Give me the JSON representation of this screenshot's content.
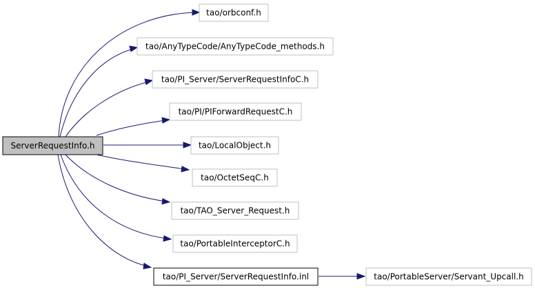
{
  "graph": {
    "root": {
      "label": "ServerRequestInfo.h",
      "fill": "#bfbfbf",
      "border": "#000000"
    },
    "nodes": [
      {
        "id": "orbconf",
        "label": "tao/orbconf.h"
      },
      {
        "id": "anytypecode",
        "label": "tao/AnyTypeCode/AnyTypeCode_methods.h"
      },
      {
        "id": "serverrequestinfoc",
        "label": "tao/PI_Server/ServerRequestInfoC.h"
      },
      {
        "id": "piforwardrequestc",
        "label": "tao/PI/PIForwardRequestC.h"
      },
      {
        "id": "localobject",
        "label": "tao/LocalObject.h"
      },
      {
        "id": "octetseqc",
        "label": "tao/OctetSeqC.h"
      },
      {
        "id": "tao-server-request",
        "label": "tao/TAO_Server_Request.h"
      },
      {
        "id": "portableinterceptorc",
        "label": "tao/PortableInterceptorC.h"
      },
      {
        "id": "serverrequestinfo-inl",
        "label": "tao/PI_Server/ServerRequestInfo.inl"
      },
      {
        "id": "servant-upcall",
        "label": "tao/PortableServer/Servant_Upcall.h"
      }
    ],
    "colors": {
      "edge": "#191970",
      "normal_border": "#bfbfbf",
      "highlight_border": "#000000",
      "root_fill": "#bfbfbf"
    }
  }
}
